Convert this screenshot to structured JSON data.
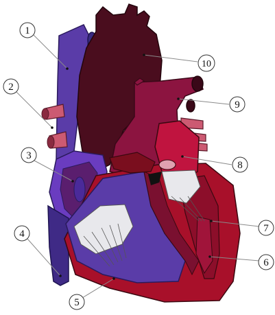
{
  "diagram": {
    "labels": [
      {
        "id": "1",
        "text": "1"
      },
      {
        "id": "2",
        "text": "2"
      },
      {
        "id": "3",
        "text": "3"
      },
      {
        "id": "4",
        "text": "4"
      },
      {
        "id": "5",
        "text": "5"
      },
      {
        "id": "6",
        "text": "6"
      },
      {
        "id": "7",
        "text": "7"
      },
      {
        "id": "8",
        "text": "8"
      },
      {
        "id": "9",
        "text": "9"
      },
      {
        "id": "10",
        "text": "10"
      }
    ],
    "colors": {
      "deoxygenated": "#5a3ca8",
      "deoxygenated_dark": "#3f2a86",
      "oxygenated": "#a8102a",
      "aorta": "#4a0d1e",
      "pulmonary": "#8c1440",
      "pulmonary_vein": "#cc5a72",
      "valve": "#e8e8ec",
      "left_atrium": "#c0143f"
    }
  }
}
